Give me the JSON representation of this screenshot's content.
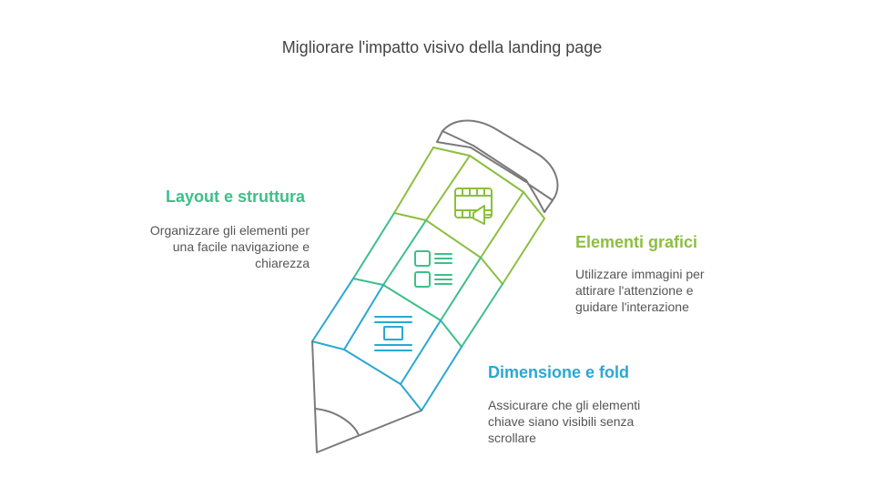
{
  "title": "Migliorare l'impatto visivo della landing page",
  "colors": {
    "layout": "#3cc088",
    "grafici": "#8cbf3f",
    "fold": "#2aa8d3",
    "outline": "#7a7a7a"
  },
  "sections": {
    "layout": {
      "heading": "Layout e struttura",
      "description": "Organizzare gli elementi per una facile navigazione e chiarezza",
      "icon": "layout-list-icon"
    },
    "grafici": {
      "heading": "Elementi grafici",
      "description": "Utilizzare immagini per attirare l'attenzione e guidare l'interazione",
      "icon": "media-megaphone-icon"
    },
    "fold": {
      "heading": "Dimensione e fold",
      "description": "Assicurare che gli elementi chiave siano visibili senza scrollare",
      "icon": "fold-frame-icon"
    }
  }
}
